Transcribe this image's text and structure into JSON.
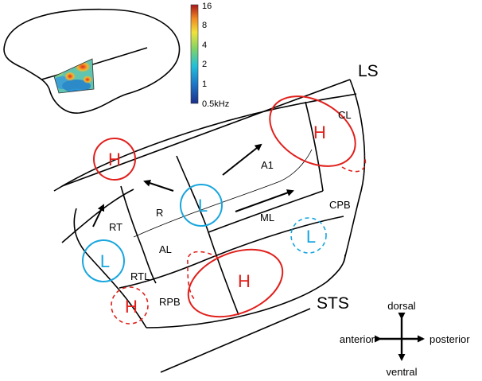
{
  "colors": {
    "high": "#e0201c",
    "low": "#1aa6de",
    "outline": "#000000"
  },
  "colorbar": {
    "ticks": [
      "16",
      "8",
      "4",
      "2",
      "1",
      "0.5kHz"
    ]
  },
  "sulci": {
    "lateral": "LS",
    "superior_temporal": "STS"
  },
  "fields": {
    "cl": "CL",
    "a1": "A1",
    "cpb": "CPB",
    "ml": "ML",
    "r": "R",
    "rt": "RT",
    "al": "AL",
    "rtl": "RTL",
    "rpb": "RPB"
  },
  "markers": {
    "high": "H",
    "low": "L"
  },
  "compass": {
    "up": "dorsal",
    "down": "ventral",
    "left": "anterior",
    "right": "posterior"
  }
}
